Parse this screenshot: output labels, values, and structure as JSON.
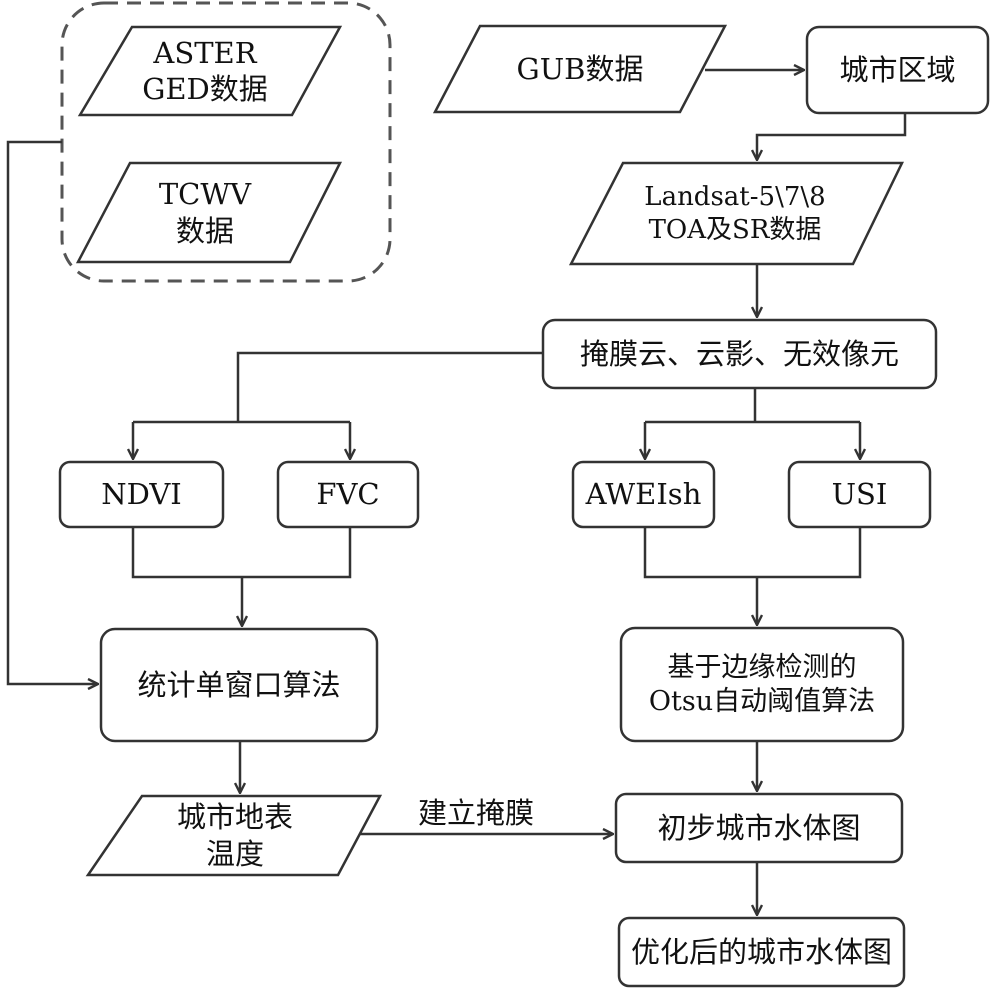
{
  "nodes": {
    "aster": "ASTER\nGED数据",
    "tcwv": "TCWV\n数据",
    "gub": "GUB数据",
    "urban_area": "城市区域",
    "landsat": "Landsat-5\\7\\8\nTOA及SR数据",
    "mask": "掩膜云、云影、无效像元",
    "ndvi": "NDVI",
    "fvc": "FVC",
    "aweish": "AWEIsh",
    "usi": "USI",
    "sw_algo": "统计单窗口算法",
    "otsu": "基于边缘检测的\nOtsu自动阈值算法",
    "lst": "城市地表\n温度",
    "prelim_water": "初步城市水体图",
    "final_water": "优化后的城市水体图"
  },
  "edge_labels": {
    "build_mask": "建立掩膜"
  },
  "colors": {
    "stroke": "#333333",
    "dashed": "#555555",
    "fill": "#ffffff"
  }
}
